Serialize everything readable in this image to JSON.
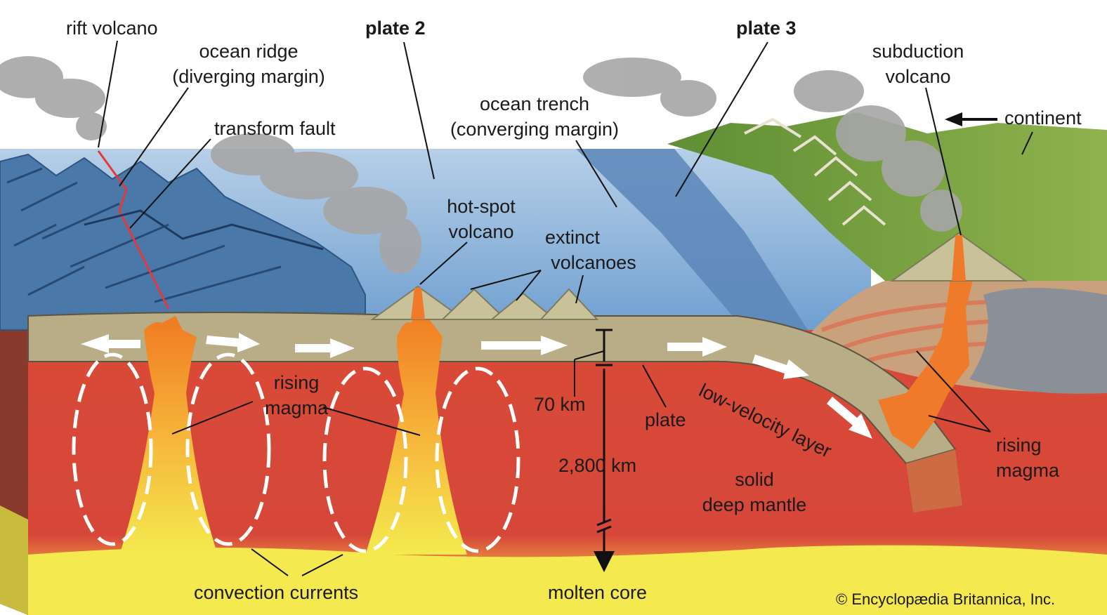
{
  "labels": {
    "rift_volcano": "rift volcano",
    "ocean_ridge_1": "ocean ridge",
    "ocean_ridge_2": "(diverging margin)",
    "transform_fault": "transform fault",
    "plate_2": "plate 2",
    "plate_3": "plate 3",
    "ocean_trench_1": "ocean trench",
    "ocean_trench_2": "(converging margin)",
    "subduction_1": "subduction",
    "subduction_2": "volcano",
    "continent": "continent",
    "hotspot_1": "hot-spot",
    "hotspot_2": "volcano",
    "extinct_1": "extinct",
    "extinct_2": "volcanoes",
    "rising_left_1": "rising",
    "rising_left_2": "magma",
    "km70": "70 km",
    "plate": "plate",
    "low_velocity": "low-velocity layer",
    "km2800": "2,800 km",
    "solid_1": "solid",
    "solid_2": "deep mantle",
    "rising_right_1": "rising",
    "rising_right_2": "magma",
    "convection": "convection currents",
    "molten_core": "molten core",
    "credit": "© Encyclopædia Britannica, Inc."
  },
  "colors": {
    "ocean": "#7aa7d4",
    "ocean_floor": "#3f6f9c",
    "crust": "#b9ad86",
    "mantle": "#d54a36",
    "core": "#f2e34a",
    "magma": "#f08a2a",
    "land": "#6f9a3c",
    "smoke": "#a9a9a9"
  }
}
